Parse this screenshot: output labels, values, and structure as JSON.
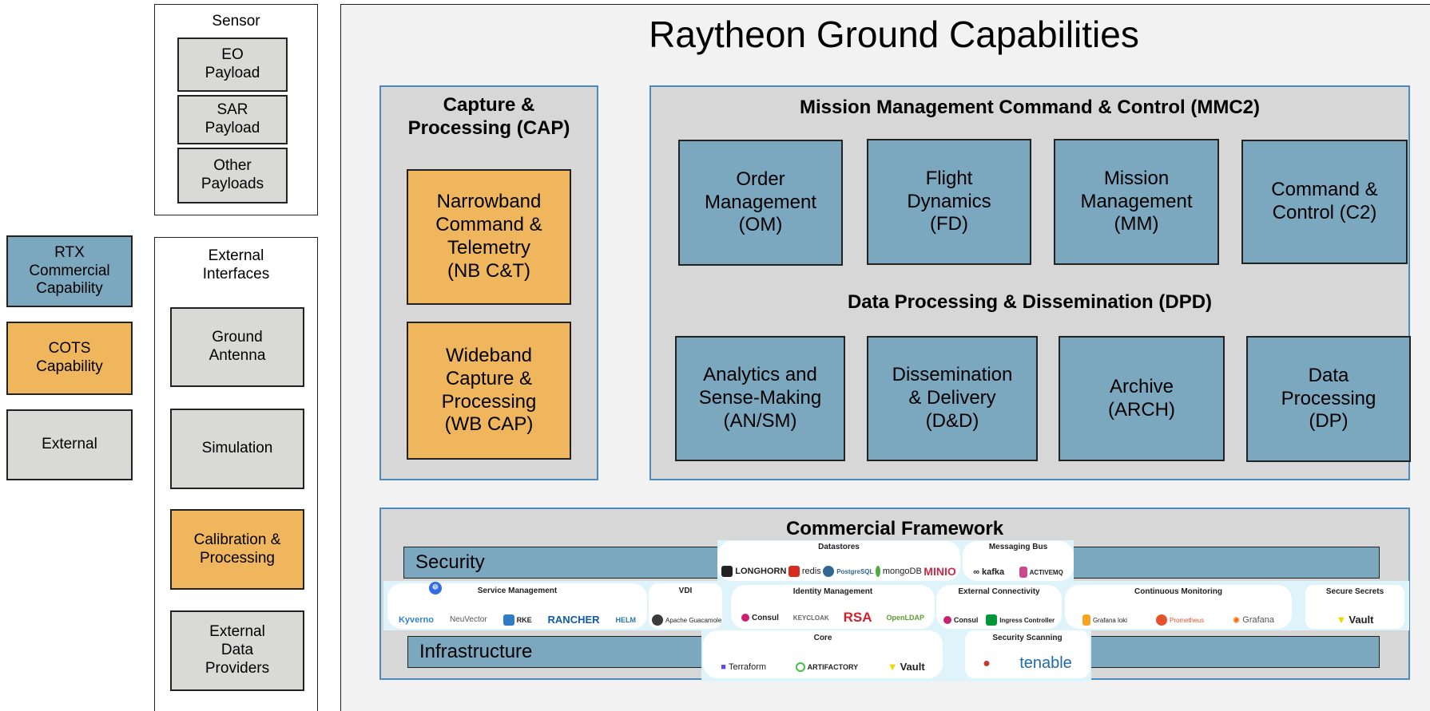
{
  "legend": [
    {
      "key": "rtx",
      "label": "RTX\nCommercial\nCapability",
      "color": "#7ba7bf"
    },
    {
      "key": "cots",
      "label": "COTS\nCapability",
      "color": "#efb65e"
    },
    {
      "key": "external",
      "label": "External",
      "color": "#d9d9d6"
    }
  ],
  "sensor": {
    "title": "Sensor",
    "items": [
      "EO\nPayload",
      "SAR\nPayload",
      "Other\nPayloads"
    ]
  },
  "external_interfaces": {
    "title": "External\nInterfaces",
    "items": [
      "Ground\nAntenna",
      "Simulation",
      "Calibration &\nProcessing",
      "External\nData\nProviders"
    ]
  },
  "main": {
    "title": "Raytheon Ground Capabilities",
    "cap": {
      "title": "Capture &\nProcessing (CAP)",
      "items": [
        "Narrowband\nCommand &\nTelemetry\n(NB C&T)",
        "Wideband\nCapture &\nProcessing\n(WB CAP)"
      ]
    },
    "mmc2": {
      "title": "Mission Management Command & Control (MMC2)",
      "items": [
        "Order\nManagement\n(OM)",
        "Flight\nDynamics\n(FD)",
        "Mission\nManagement\n(MM)",
        "Command &\nControl (C2)"
      ]
    },
    "dpd": {
      "title": "Data Processing & Dissemination (DPD)",
      "items": [
        "Analytics and\nSense-Making\n(AN/SM)",
        "Dissemination\n& Delivery\n(D&D)",
        "Archive\n(ARCH)",
        "Data\nProcessing\n(DP)"
      ]
    },
    "framework": {
      "title": "Commercial Framework",
      "security_label": "Security",
      "infrastructure_label": "Infrastructure",
      "cards": {
        "datastores": {
          "title": "Datastores",
          "logos": [
            "LONGHORN",
            "redis",
            "PostgreSQL",
            "mongoDB",
            "MINIO"
          ]
        },
        "messaging": {
          "title": "Messaging Bus",
          "logos": [
            "kafka",
            "ACTIVEMQ"
          ]
        },
        "service": {
          "title": "Service Management",
          "logos": [
            "Kyverno",
            "NeuVector",
            "RKE",
            "RANCHER",
            "HELM"
          ]
        },
        "vdi": {
          "title": "VDI",
          "logos": [
            "Apache Guacamole"
          ]
        },
        "identity": {
          "title": "Identity Management",
          "logos": [
            "Consul",
            "KEYCLOAK",
            "RSA",
            "OpenLDAP"
          ]
        },
        "connectivity": {
          "title": "External Connectivity",
          "logos": [
            "Consul",
            "Ingress Controller"
          ]
        },
        "monitoring": {
          "title": "Continuous Monitoring",
          "logos": [
            "Grafana loki",
            "Prometheus",
            "Grafana"
          ]
        },
        "secrets": {
          "title": "Secure Secrets",
          "logos": [
            "Vault"
          ]
        },
        "core": {
          "title": "Core",
          "logos": [
            "Terraform",
            "ARTIFACTORY",
            "Vault"
          ]
        },
        "scanning": {
          "title": "Security Scanning",
          "logos": [
            "tenable"
          ]
        }
      }
    }
  },
  "colors": {
    "rtx": "#7ba7bf",
    "cots": "#efb65e",
    "external": "#d9d9d6",
    "section": "#d7d7d7",
    "section_border": "#4a8cc2"
  }
}
